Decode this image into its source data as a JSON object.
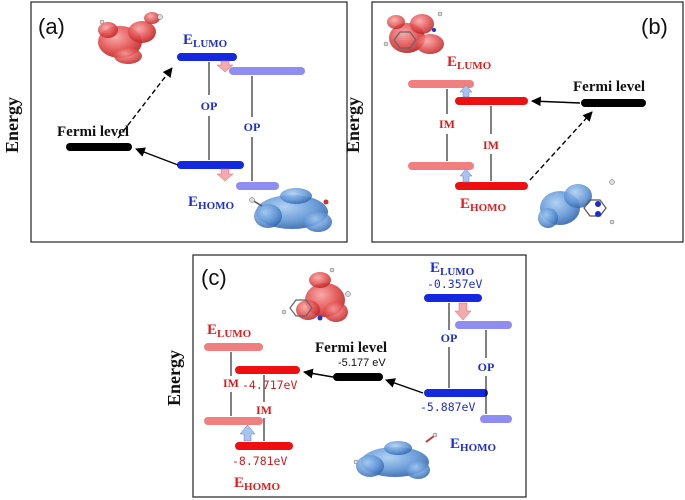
{
  "axis_label": "Energy",
  "panels": {
    "a": {
      "label": "(a)",
      "lumo_main": "E",
      "lumo_sub": "LUMO",
      "homo_main": "E",
      "homo_sub": "HOMO",
      "fermi": "Fermi level",
      "op1": "OP",
      "op2": "OP"
    },
    "b": {
      "label": "(b)",
      "lumo_main": "E",
      "lumo_sub": "LUMO",
      "homo_main": "E",
      "homo_sub": "HOMO",
      "fermi": "Fermi level",
      "im1": "IM",
      "im2": "IM"
    },
    "c": {
      "label": "(c)",
      "left_lumo_main": "E",
      "left_lumo_sub": "LUMO",
      "left_homo_main": "E",
      "left_homo_sub": "HOMO",
      "right_lumo_main": "E",
      "right_lumo_sub": "LUMO",
      "right_homo_main": "E",
      "right_homo_sub": "HOMO",
      "fermi": "Fermi level",
      "fermi_value": "-5.177 eV",
      "im1": "IM",
      "im2": "IM",
      "op1": "OP",
      "op2": "OP",
      "val_lumo_right": "-0.357eV",
      "val_homo_right": "-5.887eV",
      "val_lumo_left": "-4.717eV",
      "val_homo_left": "-8.781eV"
    }
  },
  "colors": {
    "blue": "#1428e0",
    "light_blue": "#8f8cf2",
    "red": "#ee1010",
    "light_red": "#f27f80",
    "black": "#000000",
    "arrow_pink": "#f4a9ac",
    "arrow_blue": "#a9c3f0"
  }
}
